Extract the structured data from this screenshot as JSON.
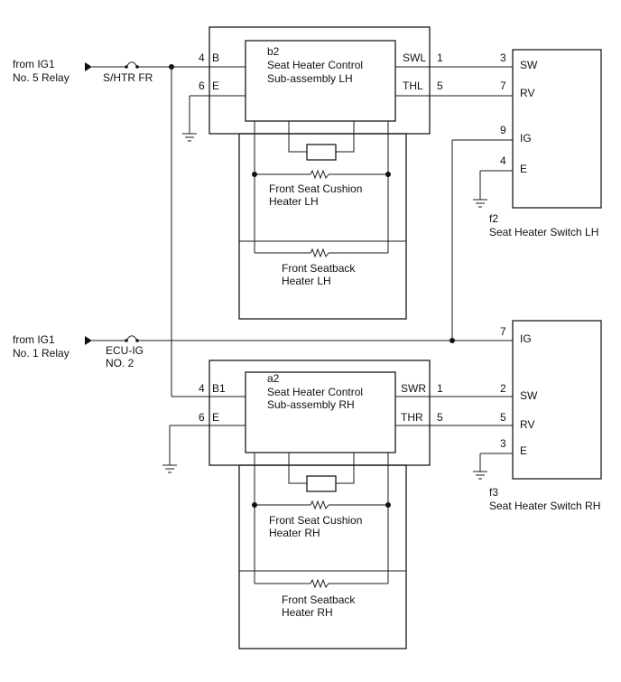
{
  "sources": {
    "top": {
      "line1": "from IG1",
      "line2": "No. 5 Relay",
      "fuse": "S/HTR FR"
    },
    "bottom": {
      "line1": "from IG1",
      "line2": "No. 1 Relay",
      "fuse_line1": "ECU-IG",
      "fuse_line2": "NO. 2"
    }
  },
  "ecu_lh": {
    "code": "b2",
    "name_line1": "Seat Heater Control",
    "name_line2": "Sub-assembly LH",
    "pin_b_num": "4",
    "pin_b": "B",
    "pin_e_num": "6",
    "pin_e": "E",
    "pin_swl": "SWL",
    "pin_swl_num": "1",
    "pin_thl": "THL",
    "pin_thl_num": "5",
    "cushion_line1": "Front Seat Cushion",
    "cushion_line2": "Heater LH",
    "back_line1": "Front Seatback",
    "back_line2": "Heater LH"
  },
  "ecu_rh": {
    "code": "a2",
    "name_line1": "Seat Heater Control",
    "name_line2": "Sub-assembly RH",
    "pin_b_num": "4",
    "pin_b": "B1",
    "pin_e_num": "6",
    "pin_e": "E",
    "pin_swr": "SWR",
    "pin_swr_num": "1",
    "pin_thr": "THR",
    "pin_thr_num": "5",
    "cushion_line1": "Front Seat Cushion",
    "cushion_line2": "Heater RH",
    "back_line1": "Front Seatback",
    "back_line2": "Heater RH"
  },
  "switch_lh": {
    "code": "f2",
    "name": "Seat Heater Switch LH",
    "sw_num": "3",
    "sw": "SW",
    "rv_num": "7",
    "rv": "RV",
    "ig_num": "9",
    "ig": "IG",
    "e_num": "4",
    "e": "E"
  },
  "switch_rh": {
    "code": "f3",
    "name": "Seat Heater Switch RH",
    "ig_num": "7",
    "ig": "IG",
    "sw_num": "2",
    "sw": "SW",
    "rv_num": "5",
    "rv": "RV",
    "e_num": "3",
    "e": "E"
  }
}
